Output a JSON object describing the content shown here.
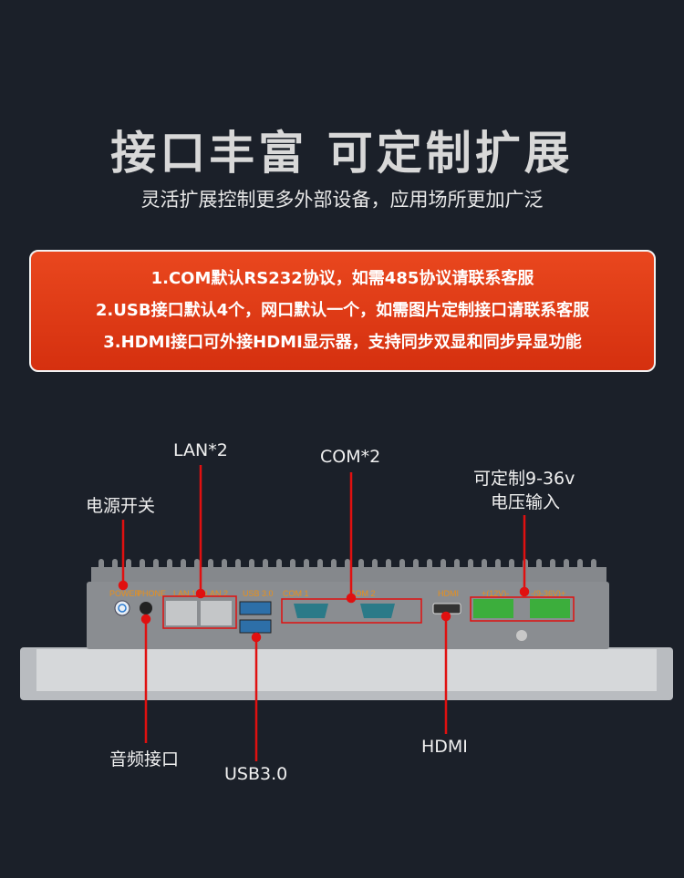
{
  "header": {
    "title": "接口丰富  可定制扩展",
    "subtitle": "灵活扩展控制更多外部设备，应用场所更加广泛"
  },
  "notice": {
    "lines": [
      "1.COM默认RS232协议，如需485协议请联系客服",
      "2.USB接口默认4个，网口默认一个，如需图片定制接口请联系客服",
      "3.HDMI接口可外接HDMI显示器，支持同步双显和同步异显功能"
    ]
  },
  "callouts": {
    "lan": "LAN*2",
    "com": "COM*2",
    "power": "电源开关",
    "voltage_1": "可定制9-36v",
    "voltage_2": "电压输入",
    "audio": "音频接口",
    "usb": "USB3.0",
    "hdmi": "HDMI"
  },
  "port_labels": {
    "power": "POWER",
    "phone": "PHONE",
    "lan1": "LAN 1",
    "lan2": "LAN 2",
    "usb": "USB 3.0",
    "com1": "COM 1",
    "com2": "COM 2",
    "hdmi": "HDMI",
    "dc12": "+(12V)-",
    "dc936": "-(9-36V)+"
  },
  "colors": {
    "accent": "#e9471e",
    "callout_line": "#e01010",
    "port_label": "#e8901c"
  }
}
